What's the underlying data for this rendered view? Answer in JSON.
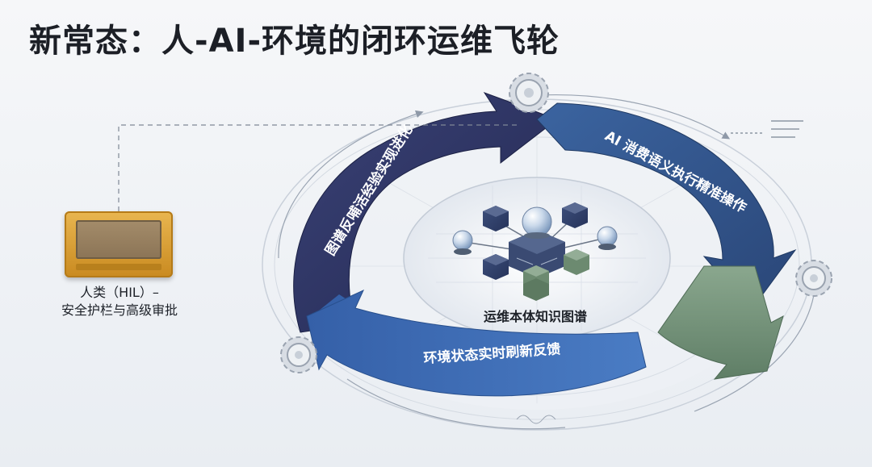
{
  "title": "新常态：人-AI-环境的闭环运维飞轮",
  "hil": {
    "line1": "人类（HIL）–",
    "line2": "安全护栏与高级审批"
  },
  "center_label": "运维本体知识图谱",
  "arrows": {
    "top_left": "图谱反哺活经验实现进化",
    "top_right": "AI 消费语义执行精准操作",
    "bottom": "环境状态实时刷新反馈"
  },
  "colors": {
    "navy": "#2b315e",
    "blue_mid": "#2f4f86",
    "blue_bottom": "#3e6cb4",
    "green": "#6f8e74",
    "gold": "#d9a33c"
  },
  "icons": [
    "gear-icon",
    "terminal-icon",
    "knowledge-graph-icon",
    "sphere-icon",
    "cube-icon"
  ]
}
